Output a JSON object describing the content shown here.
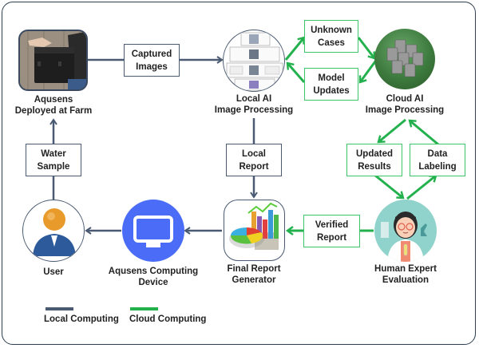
{
  "diagram": {
    "colors": {
      "local": "#4a5a72",
      "cloud": "#22b14c",
      "frame": "#2c3e50"
    },
    "nodes": {
      "aqusens_farm": {
        "line1": "Aqusens",
        "line2": "Deployed at Farm",
        "icon": "sensor-box-photo"
      },
      "local_ai": {
        "line1": "Local AI",
        "line2": "Image Processing",
        "icon": "processing-pipeline-thumbnail"
      },
      "cloud_ai": {
        "line1": "Cloud AI",
        "line2": "Image Processing",
        "icon": "server-cluster-icon"
      },
      "final_report": {
        "line1": "Final Report",
        "line2": "Generator",
        "icon": "charts-report-icon"
      },
      "human_expert": {
        "line1": "Human Expert",
        "line2": "Evaluation",
        "icon": "scientist-avatar"
      },
      "computing_device": {
        "line1": "Aqusens Computing",
        "line2": "Device",
        "icon": "monitor-icon"
      },
      "user": {
        "line1": "User",
        "icon": "user-avatar"
      }
    },
    "edge_labels": {
      "captured_images": {
        "line1": "Captured",
        "line2": "Images",
        "type": "local"
      },
      "unknown_cases": {
        "line1": "Unknown",
        "line2": "Cases",
        "type": "cloud"
      },
      "model_updates": {
        "line1": "Model",
        "line2": "Updates",
        "type": "cloud"
      },
      "local_report": {
        "line1": "Local",
        "line2": "Report",
        "type": "local"
      },
      "updated_results": {
        "line1": "Updated",
        "line2": "Results",
        "type": "cloud"
      },
      "data_labeling": {
        "line1": "Data",
        "line2": "Labeling",
        "type": "cloud"
      },
      "verified_report": {
        "line1": "Verified",
        "line2": "Report",
        "type": "cloud"
      },
      "water_sample": {
        "line1": "Water",
        "line2": "Sample",
        "type": "local"
      }
    },
    "legend": [
      {
        "label": "Local Computing",
        "color": "#4a5a72"
      },
      {
        "label": "Cloud Computing",
        "color": "#22b14c"
      }
    ]
  }
}
